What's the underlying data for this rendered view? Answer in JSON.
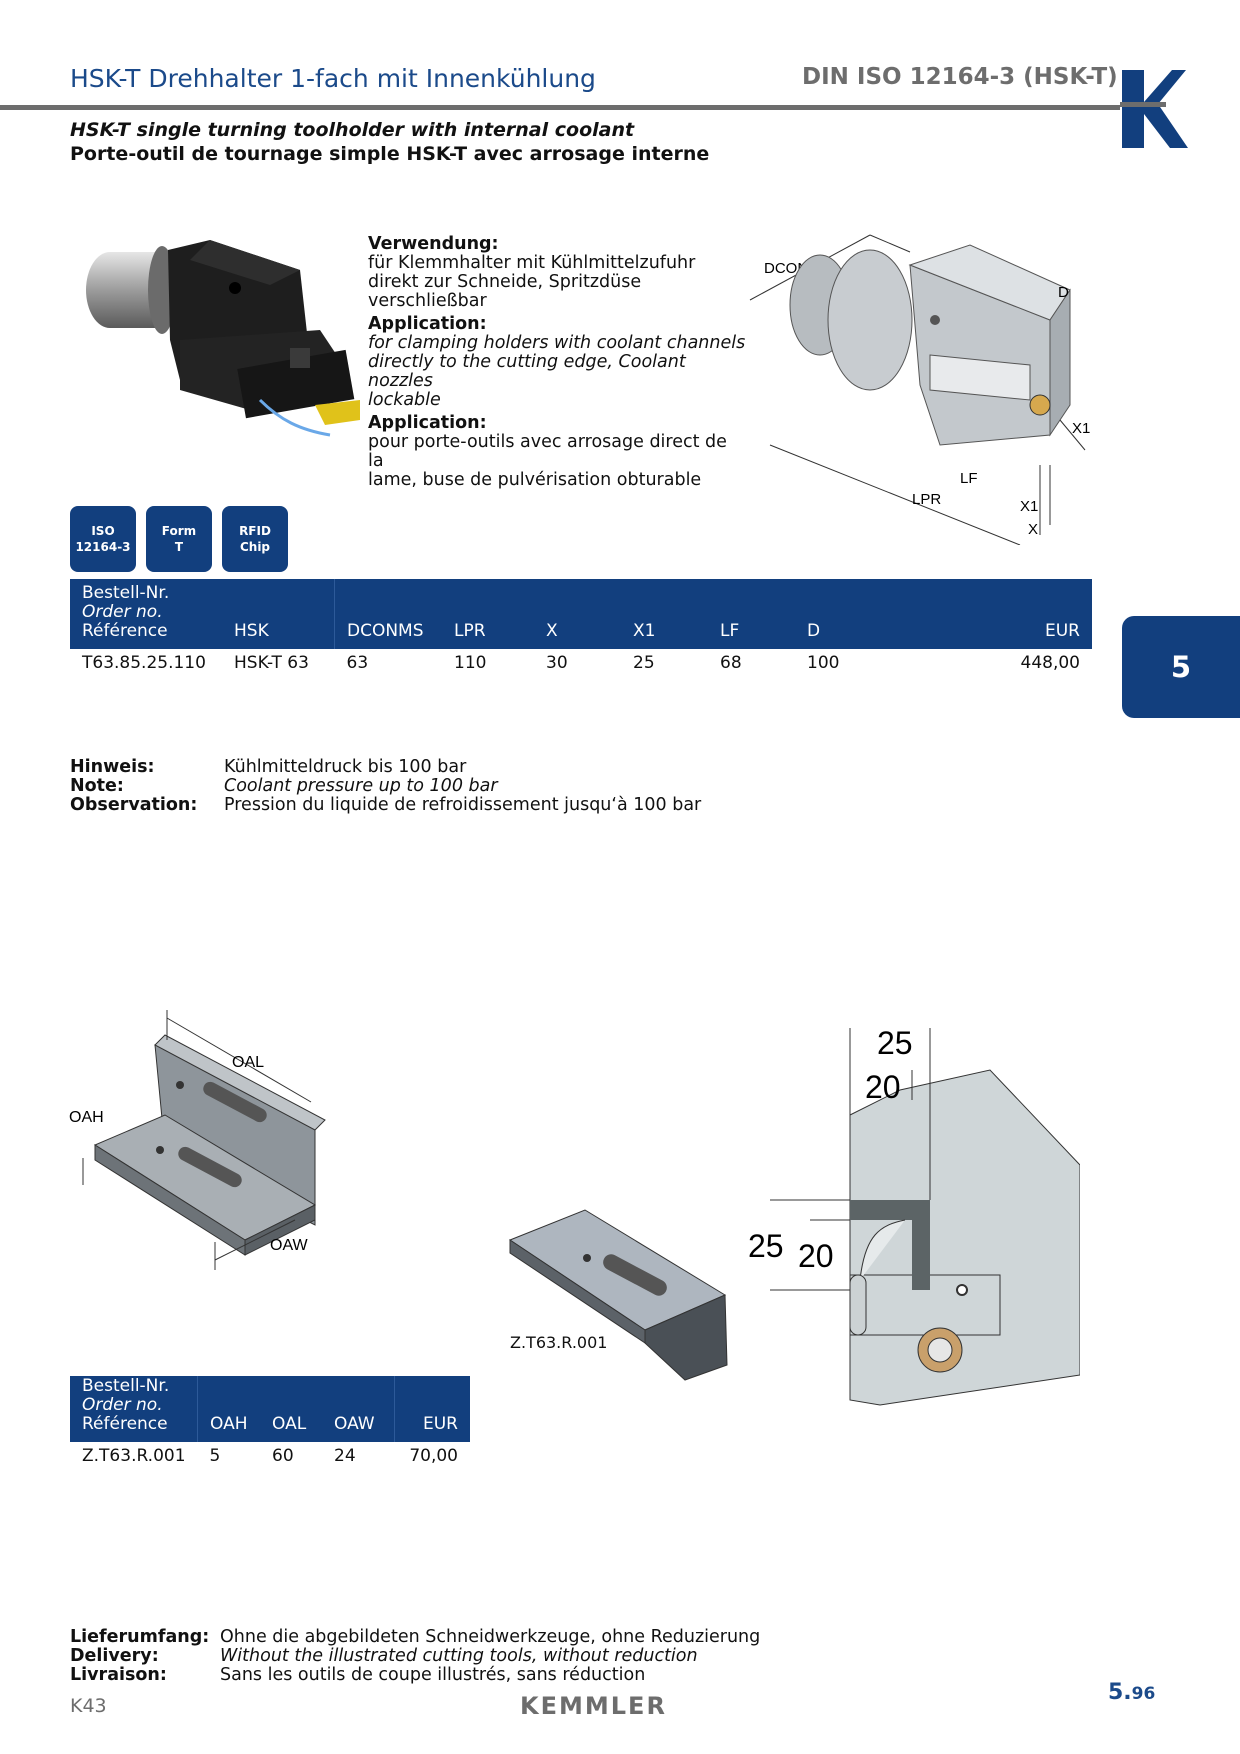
{
  "header": {
    "title_de": "HSK-T Drehhalter 1-fach mit Innenkühlung",
    "title_din": "DIN ISO 12164-3 (HSK-T)",
    "subtitle_en": "HSK-T single turning toolholder with internal coolant",
    "subtitle_fr": "Porte-outil de tournage simple HSK-T avec arrosage interne"
  },
  "description": {
    "de_label": "Verwendung:",
    "de_text": [
      "für Klemmhalter mit Kühlmittelzufuhr",
      "direkt zur Schneide, Spritzdüse",
      "verschließbar"
    ],
    "en_label": "Application:",
    "en_text": [
      "for clamping holders with coolant channels",
      "directly to the cutting edge, Coolant nozzles",
      "lockable"
    ],
    "fr_label": "Application:",
    "fr_text": [
      "pour porte-outils avec arrosage direct de la",
      "lame, buse de pulvérisation obturable"
    ]
  },
  "badges": [
    {
      "line1": "ISO",
      "line2": "12164-3"
    },
    {
      "line1": "Form",
      "line2": "T"
    },
    {
      "line1": "RFID",
      "line2": "Chip"
    }
  ],
  "drawing_labels": {
    "dconms": "DCONMS",
    "d": "D",
    "x1": "X1",
    "lf": "LF",
    "lpr": "LPR",
    "x": "X"
  },
  "table1": {
    "header_order": [
      "Bestell-Nr.",
      "Order no.",
      "Référence"
    ],
    "columns": [
      "HSK",
      "DCONMS",
      "LPR",
      "X",
      "X1",
      "LF",
      "D",
      "EUR"
    ],
    "rows": [
      [
        "T63.85.25.110",
        "HSK-T 63",
        "63",
        "110",
        "30",
        "25",
        "68",
        "100",
        "448,00"
      ]
    ]
  },
  "section_tab": "5",
  "note": {
    "labels": [
      "Hinweis:",
      "Note:",
      "Observation:"
    ],
    "texts": [
      "Kühlmitteldruck bis 100 bar",
      "Coolant pressure up to 100 bar",
      "Pression du liquide de refroidissement jusqu‘à 100 bar"
    ]
  },
  "bracket_labels": {
    "oal": "OAL",
    "oah": "OAH",
    "oaw": "OAW"
  },
  "part_label": "Z.T63.R.001",
  "detail_dims": {
    "d25_top": "25",
    "d20_top": "20",
    "d25_side": "25",
    "d20_side": "20"
  },
  "table2": {
    "header_order": [
      "Bestell-Nr.",
      "Order no.",
      "Référence"
    ],
    "columns": [
      "OAH",
      "OAL",
      "OAW",
      "EUR"
    ],
    "rows": [
      [
        "Z.T63.R.001",
        "5",
        "60",
        "24",
        "70,00"
      ]
    ]
  },
  "delivery": {
    "labels": [
      "Lieferumfang:",
      "Delivery:",
      "Livraison:"
    ],
    "texts": [
      "Ohne die abgebildeten Schneidwerkzeuge, ohne Reduzierung",
      "Without the illustrated cutting tools, without reduction",
      "Sans les outils de coupe illustrés, sans réduction"
    ]
  },
  "footer": {
    "code": "K43",
    "brand": "KEMMLER",
    "page_main": "5.",
    "page_sub": "96"
  },
  "colors": {
    "brand_blue": "#123f7e",
    "gray": "#6d6d6d"
  }
}
